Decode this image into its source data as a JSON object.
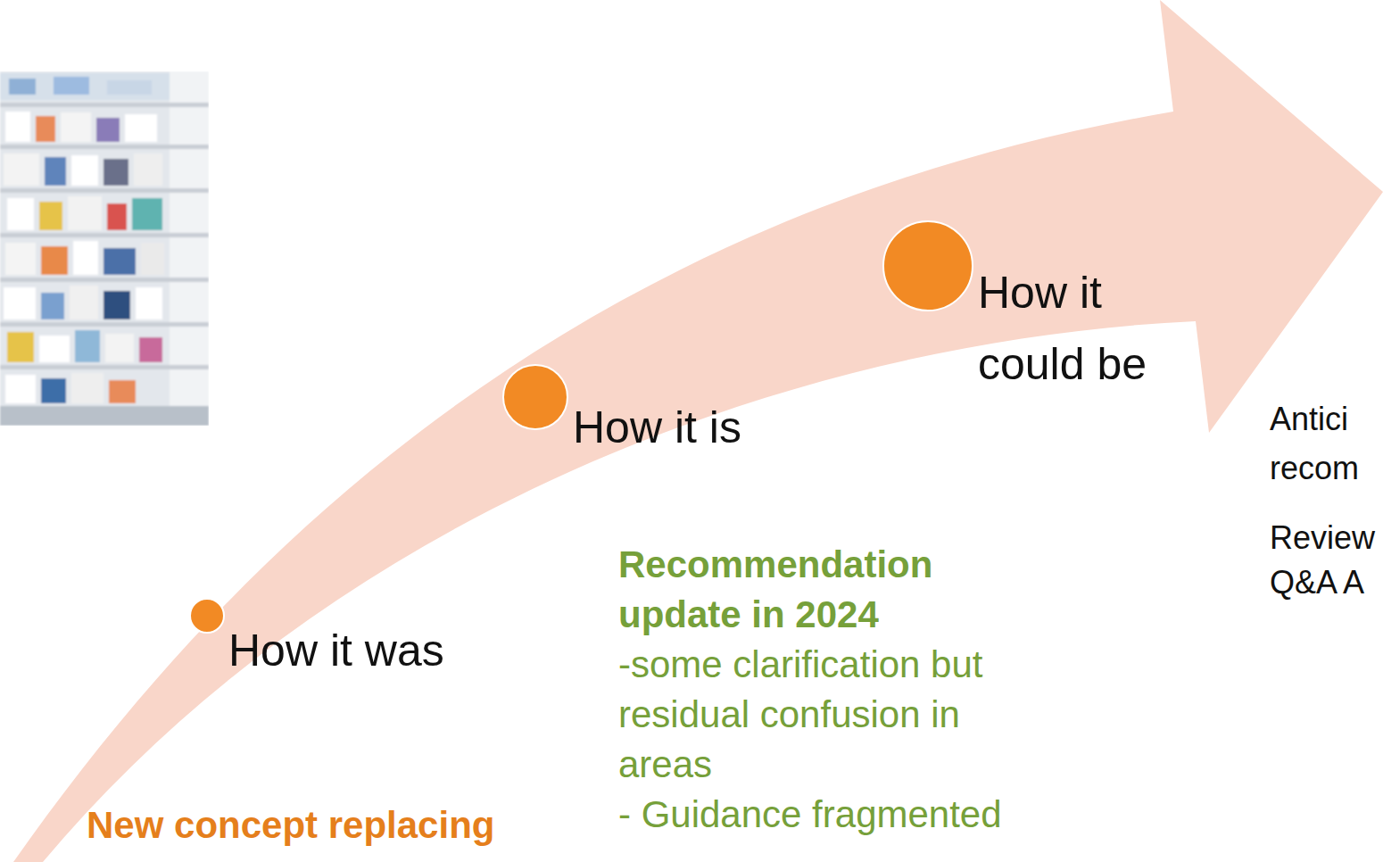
{
  "diagram": {
    "nodes": [
      {
        "text": [
          "How it was"
        ]
      },
      {
        "text": [
          "How it is"
        ]
      },
      {
        "text": [
          "How it could be"
        ]
      }
    ],
    "labels": [
      "Recommendation update in 2024",
      "-some clarification but residual confusion in areas",
      "- Guidance fragmented",
      "New concept replacing",
      "Antici recom",
      "Review Q&A A"
    ]
  }
}
